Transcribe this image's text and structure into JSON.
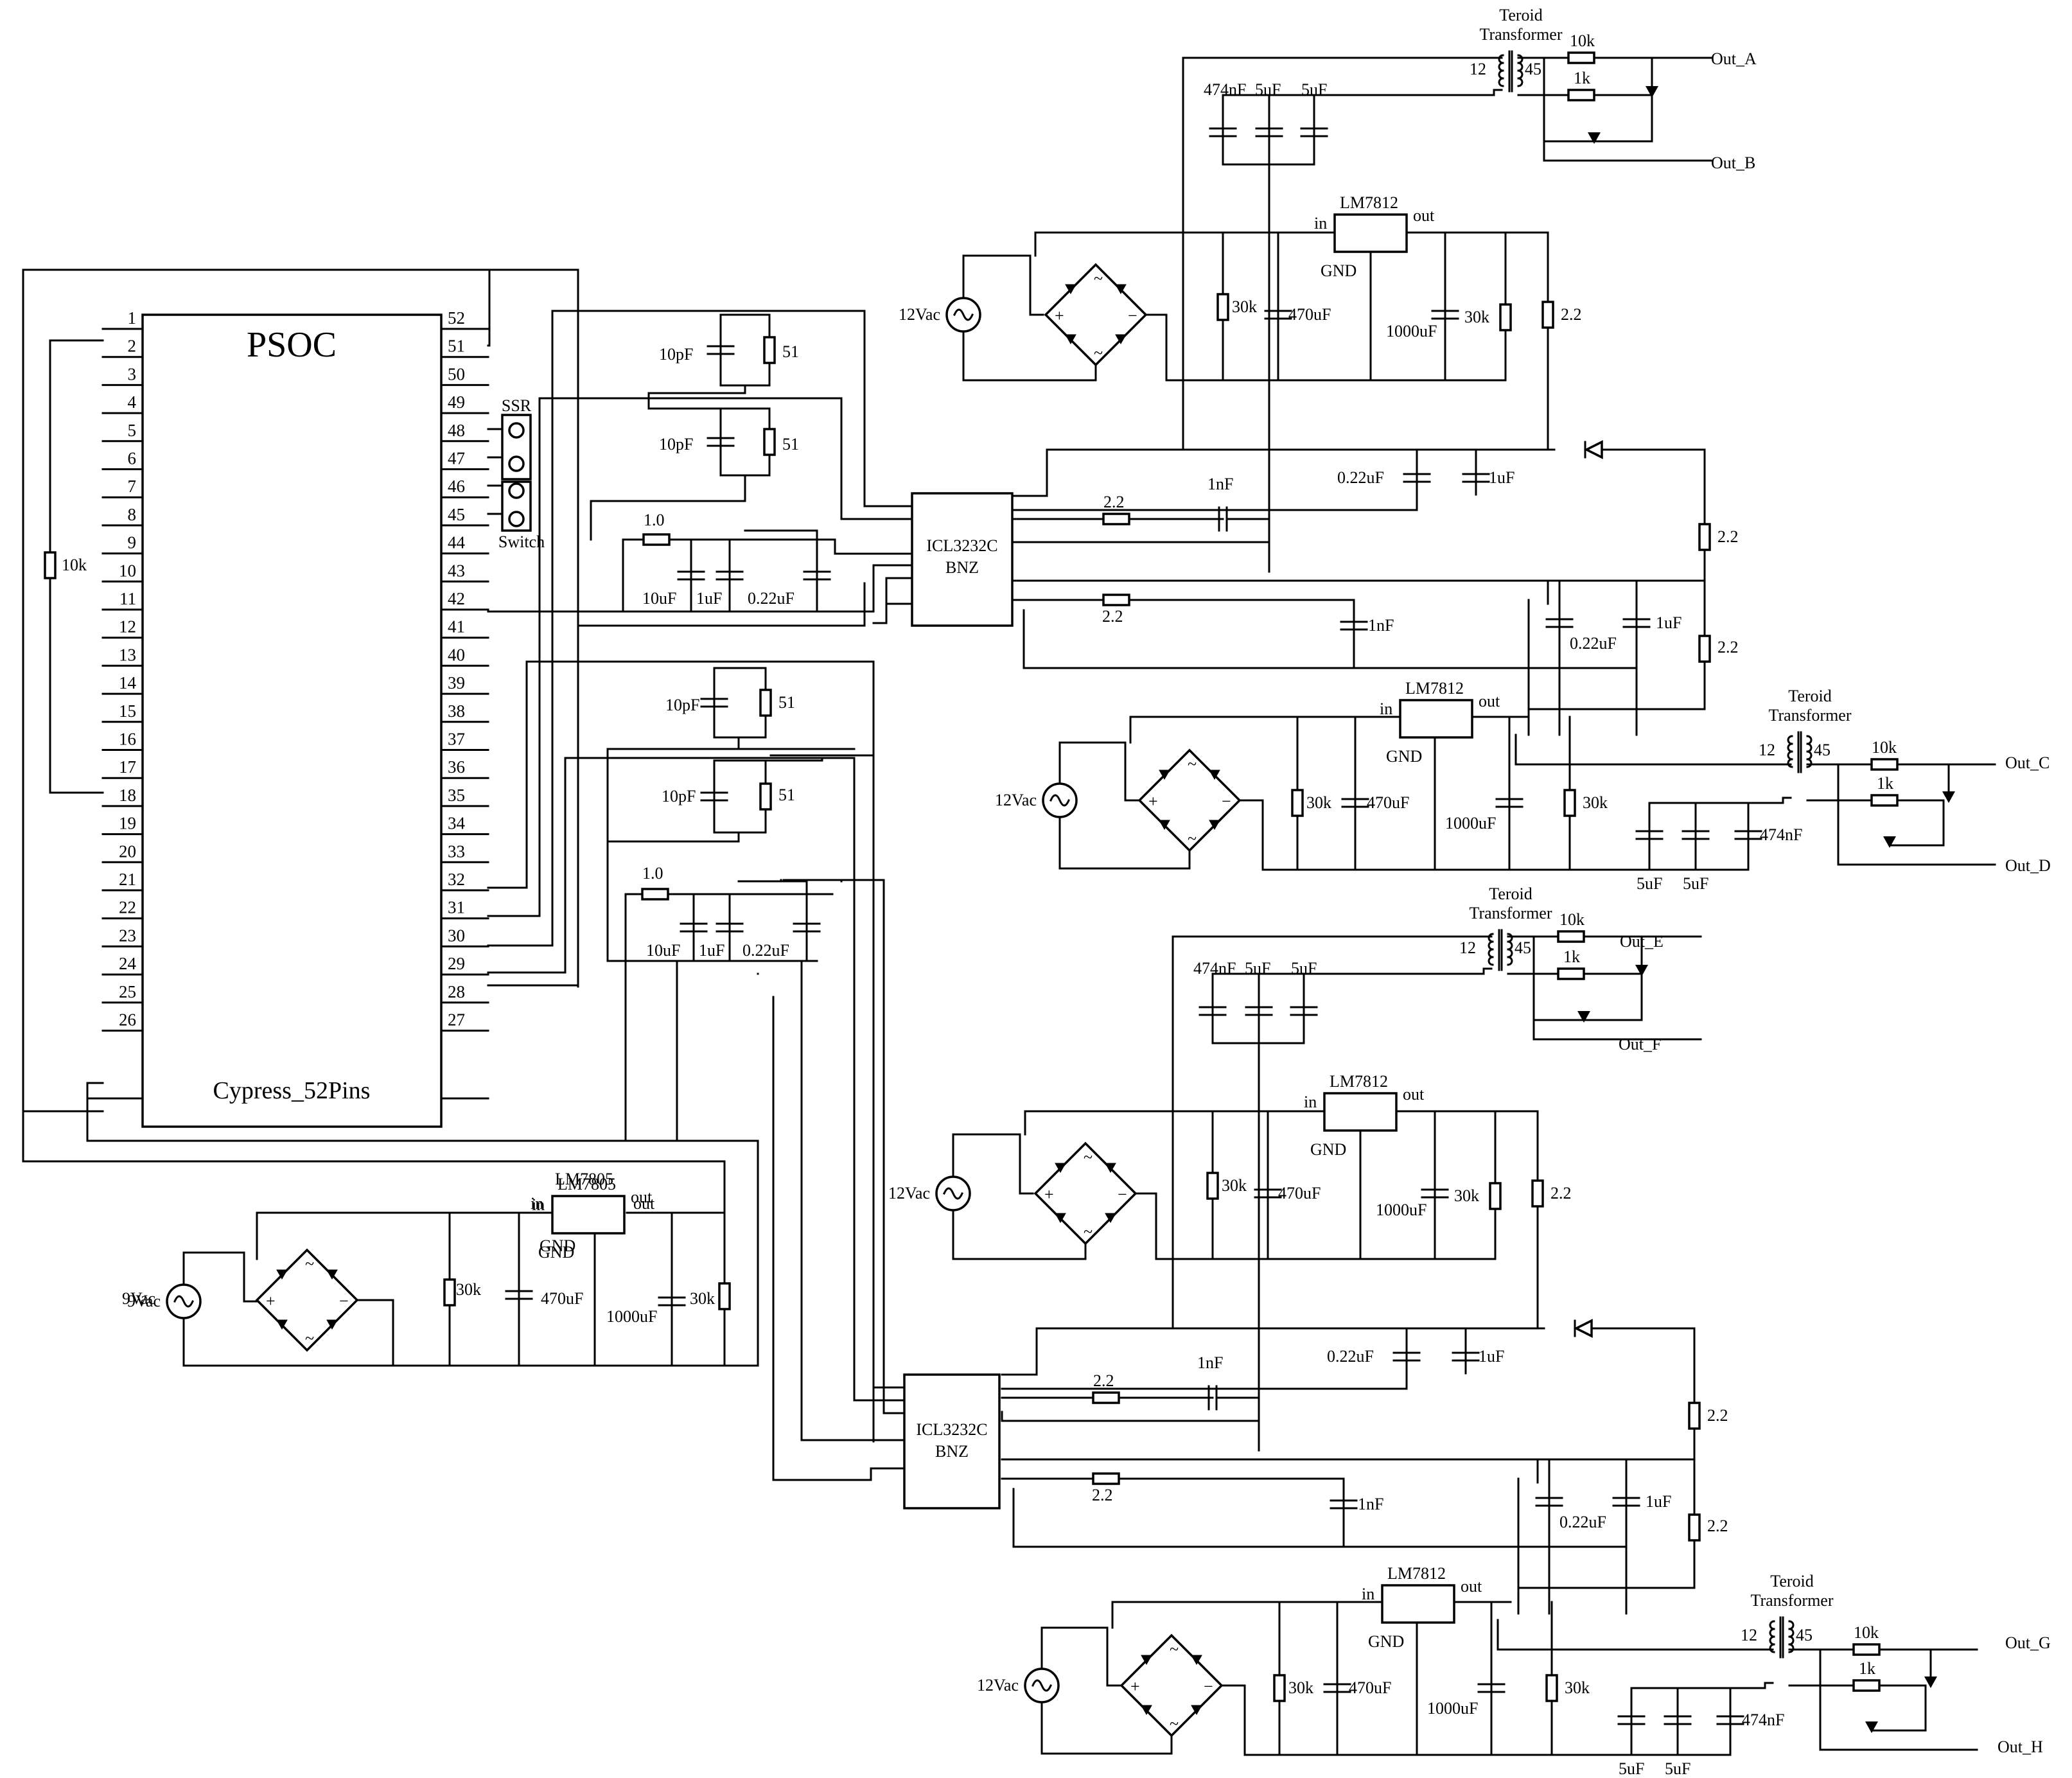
{
  "psoc": {
    "name": "PSOC",
    "model": "Cypress_52Pins",
    "pins_left": [
      "1",
      "2",
      "3",
      "4",
      "5",
      "6",
      "7",
      "8",
      "9",
      "10",
      "11",
      "12",
      "13",
      "14",
      "15",
      "16",
      "17",
      "18",
      "19",
      "20",
      "21",
      "22",
      "23",
      "24",
      "25",
      "26"
    ],
    "pins_right": [
      "52",
      "51",
      "50",
      "49",
      "48",
      "47",
      "46",
      "45",
      "44",
      "43",
      "42",
      "41",
      "40",
      "39",
      "38",
      "37",
      "36",
      "35",
      "34",
      "33",
      "32",
      "31",
      "30",
      "29",
      "28",
      "27"
    ],
    "pullup": "10k"
  },
  "connectors": {
    "ssr": "SSR",
    "switch": "Switch"
  },
  "driver_labels": {
    "name": "ICL3232C",
    "suffix": "BNZ"
  },
  "comp": {
    "pf10": "10pF",
    "r51": "51",
    "r10": "1.0",
    "c10u": "10uF",
    "c1u": "1uF",
    "c022": "0.22uF",
    "r22": "2.2",
    "c1n": "1nF",
    "r30k": "30k",
    "c470": "470uF",
    "c1000": "1000uF",
    "c474n": "474nF",
    "c5u": "5uF",
    "r10k": "10k",
    "r1k": "1k",
    "lm7812": "LM7812",
    "lm7805": "LM7805",
    "in": "in",
    "out": "out",
    "gnd": "GND",
    "ac12": "12Vac",
    "ac9": "9Vac",
    "teroid1": "Teroid",
    "teroid2": "Transformer",
    "t12": "12",
    "t45": "45"
  },
  "outputs": [
    "Out_A",
    "Out_B",
    "Out_C",
    "Out_D",
    "Out_E",
    "Out_F",
    "Out_G",
    "Out_H"
  ]
}
